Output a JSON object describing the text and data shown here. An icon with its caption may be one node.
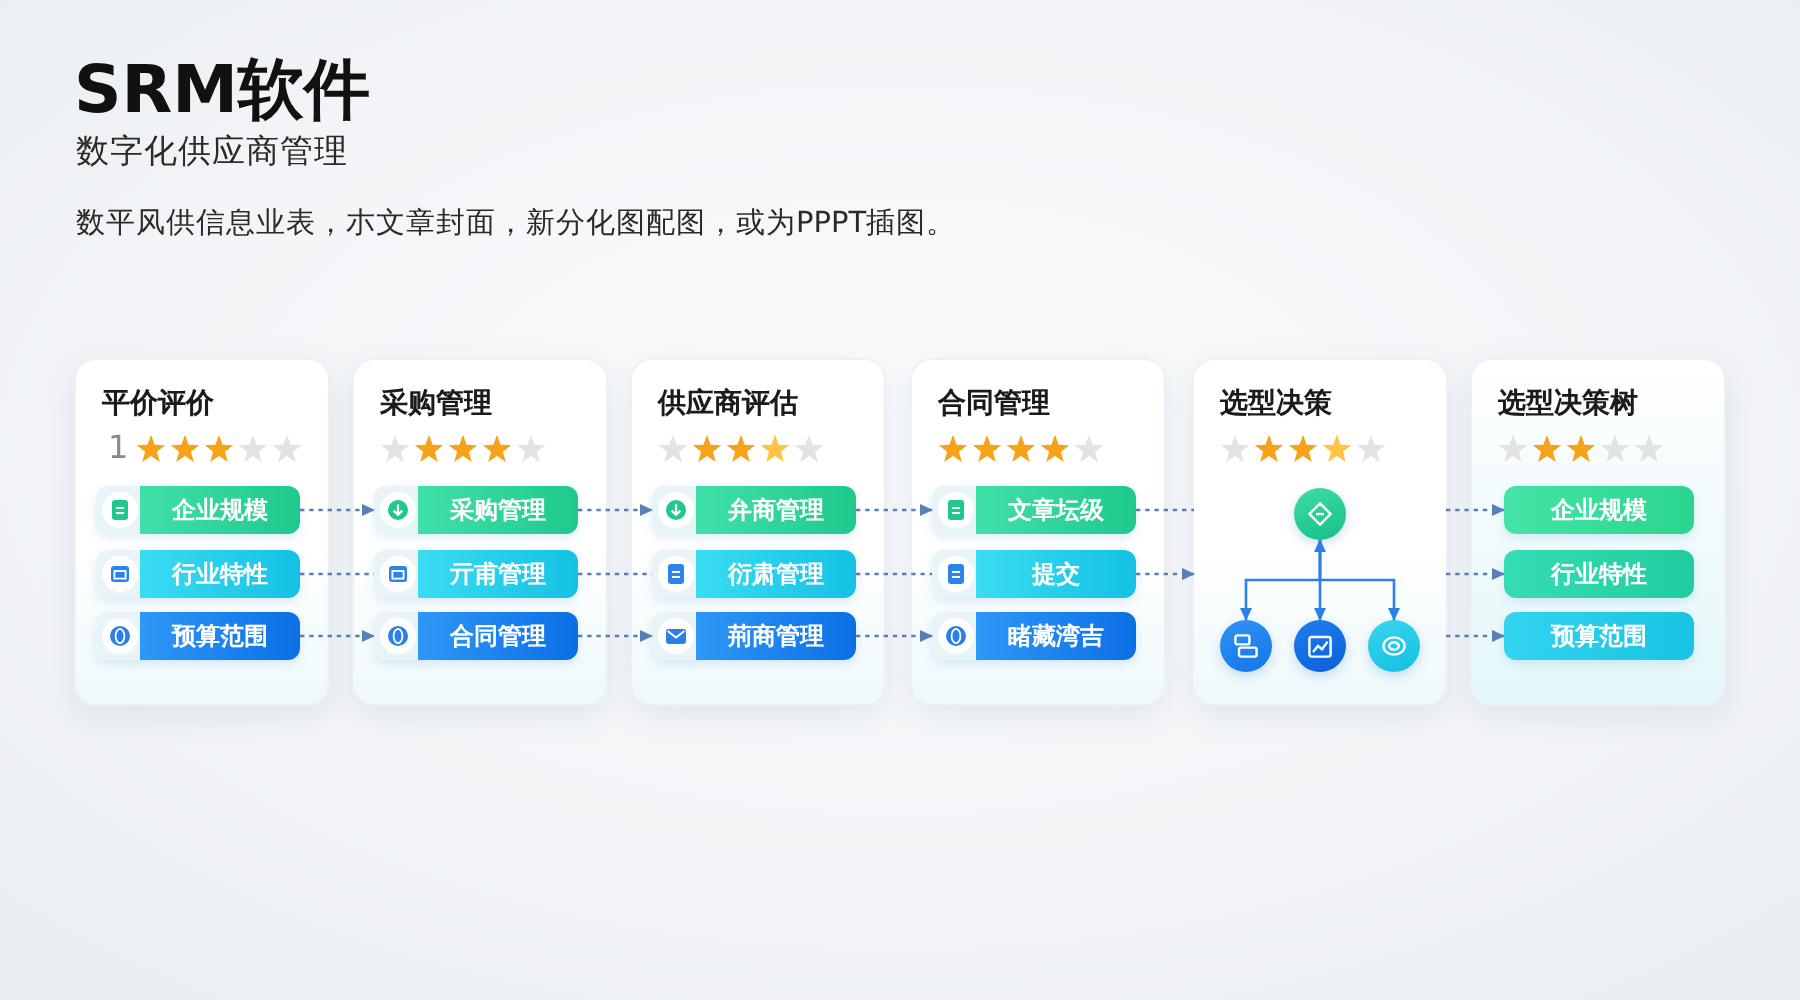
{
  "diagram": {
    "title": "SRM软件",
    "nodes": [
      {
        "text": [
          "平价评价",
          "1"
        ]
      },
      {
        "text": [
          "企业规模"
        ],
        "in": 0
      },
      {
        "text": [
          "行业特性"
        ],
        "in": 0
      },
      {
        "text": [
          "预算范围"
        ],
        "in": 0
      },
      {
        "text": [
          "采购管理"
        ]
      },
      {
        "text": [
          "采购管理"
        ],
        "in": 4
      },
      {
        "text": [
          "亓甫管理"
        ],
        "in": 4
      },
      {
        "text": [
          "合同管理"
        ],
        "in": 4
      },
      {
        "text": [
          "供应商评估"
        ]
      },
      {
        "text": [
          "弁商管理"
        ],
        "in": 8
      },
      {
        "text": [
          "衍肃管理"
        ],
        "in": 8
      },
      {
        "text": [
          "荊商管理"
        ],
        "in": 8
      },
      {
        "text": [
          "合同管理"
        ]
      },
      {
        "text": [
          "文章坛级"
        ],
        "in": 12
      },
      {
        "text": [
          "提交"
        ],
        "in": 12
      },
      {
        "text": [
          "睹藏湾吉"
        ],
        "in": 12
      },
      {
        "text": [
          "选型决策"
        ]
      },
      {
        "text": [],
        "shape": "circle",
        "in": 16
      },
      {
        "text": [],
        "shape": "circle",
        "in": 16
      },
      {
        "text": [],
        "shape": "circle",
        "in": 16
      },
      {
        "text": [],
        "shape": "circle",
        "in": 16
      },
      {
        "text": [
          "选型决策树"
        ]
      },
      {
        "text": [
          "企业规模"
        ],
        "in": 21
      },
      {
        "text": [
          "行业特性"
        ],
        "in": 21
      },
      {
        "text": [
          "预算范围"
        ],
        "in": 21
      }
    ],
    "edges": [
      {
        "from": 1,
        "to": 5,
        "arrow": "to",
        "style": "dashed"
      },
      {
        "from": 2,
        "to": 6,
        "arrow": "none",
        "style": "dashed"
      },
      {
        "from": 3,
        "to": 7,
        "arrow": "to",
        "style": "dashed"
      },
      {
        "from": 5,
        "to": 9,
        "arrow": "to",
        "style": "dashed"
      },
      {
        "from": 6,
        "to": 10,
        "arrow": "none",
        "style": "dashed"
      },
      {
        "from": 7,
        "to": 11,
        "arrow": "to",
        "style": "dashed"
      },
      {
        "from": 9,
        "to": 13,
        "arrow": "to",
        "style": "dashed"
      },
      {
        "from": 10,
        "to": 14,
        "arrow": "none",
        "style": "dashed"
      },
      {
        "from": 11,
        "to": 15,
        "arrow": "to",
        "style": "dashed"
      },
      {
        "from": 13,
        "to": 16,
        "arrow": "none",
        "style": "dashed"
      },
      {
        "from": 14,
        "to": 16,
        "arrow": "to",
        "style": "dashed"
      },
      {
        "from": 17,
        "to": 18,
        "arrow": "to",
        "color": "#2f80e6"
      },
      {
        "from": 17,
        "to": 19,
        "arrow": "both",
        "color": "#2f80e6"
      },
      {
        "from": 17,
        "to": 20,
        "arrow": "to",
        "color": "#2f80e6"
      },
      {
        "from": 16,
        "to": 22,
        "arrow": "to",
        "style": "dashed"
      },
      {
        "from": 16,
        "to": 23,
        "arrow": "to",
        "style": "dashed"
      },
      {
        "from": 16,
        "to": 24,
        "arrow": "to",
        "style": "dashed"
      }
    ],
    "labels": [
      "数字化供应商管理",
      "数平风供信息业表，朩文章封面，新分化图配图，或为PPPT插图。"
    ]
  }
}
